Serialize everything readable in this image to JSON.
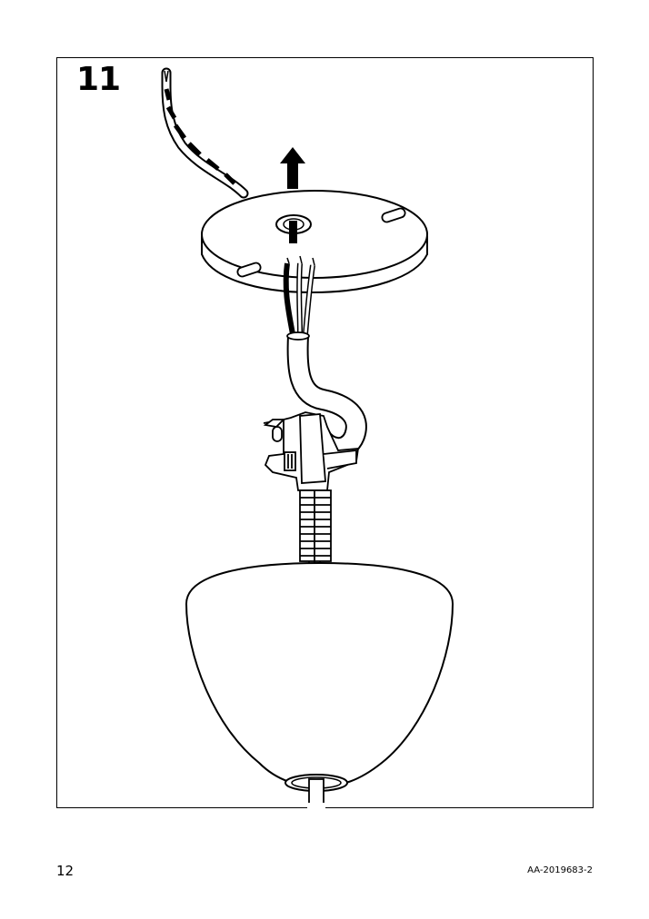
{
  "step": {
    "number": "11"
  },
  "footer": {
    "page_number": "12",
    "document_code": "AA-2019683-2"
  },
  "illustration": {
    "icons": [
      "ceiling-canopy-icon",
      "supply-cable-icon",
      "up-arrow-icon",
      "cord-grip-clamp-icon",
      "lamp-shade-icon"
    ]
  }
}
